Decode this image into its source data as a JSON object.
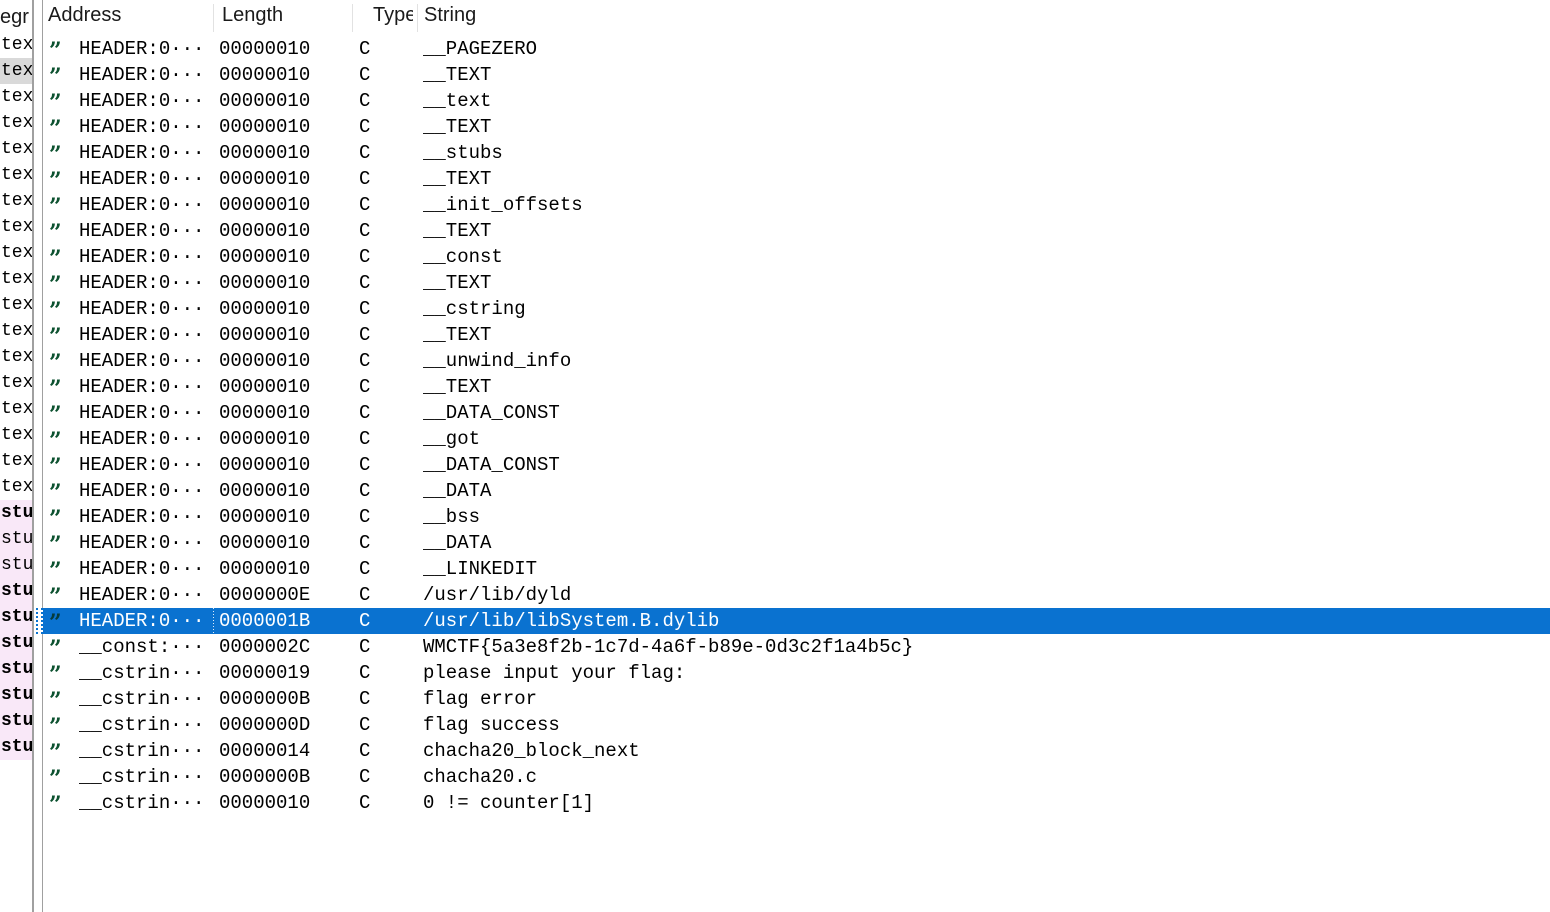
{
  "colors": {
    "selection_blue": "#0a72d0",
    "icon_green": "#5cd38c",
    "icon_cyan": "#29b5e2",
    "icon_quote_green": "#0d5230",
    "selected_icon_green": "#2ea7ab",
    "selected_icon_cyan": "#1d93d6",
    "left_pink": "#f9e8f8",
    "left_selected_gray": "#d9d9d9",
    "header_text": "#1a1a1a",
    "splitter_gray": "#a0a0a0",
    "header_separator": "#e2e2e2"
  },
  "left_panel": {
    "header": "egr",
    "items": [
      {
        "label": "tex"
      },
      {
        "label": "tex",
        "selected": true
      },
      {
        "label": "tex"
      },
      {
        "label": "tex"
      },
      {
        "label": "tex"
      },
      {
        "label": "tex"
      },
      {
        "label": "tex"
      },
      {
        "label": "tex"
      },
      {
        "label": "tex"
      },
      {
        "label": "tex"
      },
      {
        "label": "tex"
      },
      {
        "label": "tex"
      },
      {
        "label": "tex"
      },
      {
        "label": "tex"
      },
      {
        "label": "tex"
      },
      {
        "label": "tex"
      },
      {
        "label": "tex"
      },
      {
        "label": "tex"
      },
      {
        "label": "stu",
        "pink": true,
        "bold": true
      },
      {
        "label": "stu",
        "pink": true,
        "bold": false
      },
      {
        "label": "stu",
        "pink": true,
        "bold": false
      },
      {
        "label": "stu",
        "pink": true,
        "bold": true
      },
      {
        "label": "stu",
        "pink": true,
        "bold": true
      },
      {
        "label": "stu",
        "pink": true,
        "bold": true
      },
      {
        "label": "stu",
        "pink": true,
        "bold": true
      },
      {
        "label": "stu",
        "pink": true,
        "bold": true
      },
      {
        "label": "stu",
        "pink": true,
        "bold": true
      },
      {
        "label": "stu",
        "pink": true,
        "bold": true
      }
    ]
  },
  "strings_table": {
    "columns": [
      "Address",
      "Length",
      "Type",
      "String"
    ],
    "icon": "string-literal-icon",
    "icon_glyph": "”",
    "rows": [
      {
        "address": "HEADER:0···",
        "length": "00000010",
        "type": "C",
        "string": "__PAGEZERO"
      },
      {
        "address": "HEADER:0···",
        "length": "00000010",
        "type": "C",
        "string": "__TEXT"
      },
      {
        "address": "HEADER:0···",
        "length": "00000010",
        "type": "C",
        "string": "__text"
      },
      {
        "address": "HEADER:0···",
        "length": "00000010",
        "type": "C",
        "string": "__TEXT"
      },
      {
        "address": "HEADER:0···",
        "length": "00000010",
        "type": "C",
        "string": "__stubs"
      },
      {
        "address": "HEADER:0···",
        "length": "00000010",
        "type": "C",
        "string": "__TEXT"
      },
      {
        "address": "HEADER:0···",
        "length": "00000010",
        "type": "C",
        "string": "__init_offsets"
      },
      {
        "address": "HEADER:0···",
        "length": "00000010",
        "type": "C",
        "string": "__TEXT"
      },
      {
        "address": "HEADER:0···",
        "length": "00000010",
        "type": "C",
        "string": "__const"
      },
      {
        "address": "HEADER:0···",
        "length": "00000010",
        "type": "C",
        "string": "__TEXT"
      },
      {
        "address": "HEADER:0···",
        "length": "00000010",
        "type": "C",
        "string": "__cstring"
      },
      {
        "address": "HEADER:0···",
        "length": "00000010",
        "type": "C",
        "string": "__TEXT"
      },
      {
        "address": "HEADER:0···",
        "length": "00000010",
        "type": "C",
        "string": "__unwind_info"
      },
      {
        "address": "HEADER:0···",
        "length": "00000010",
        "type": "C",
        "string": "__TEXT"
      },
      {
        "address": "HEADER:0···",
        "length": "00000010",
        "type": "C",
        "string": "__DATA_CONST"
      },
      {
        "address": "HEADER:0···",
        "length": "00000010",
        "type": "C",
        "string": "__got"
      },
      {
        "address": "HEADER:0···",
        "length": "00000010",
        "type": "C",
        "string": "__DATA_CONST"
      },
      {
        "address": "HEADER:0···",
        "length": "00000010",
        "type": "C",
        "string": "__DATA"
      },
      {
        "address": "HEADER:0···",
        "length": "00000010",
        "type": "C",
        "string": "__bss"
      },
      {
        "address": "HEADER:0···",
        "length": "00000010",
        "type": "C",
        "string": "__DATA"
      },
      {
        "address": "HEADER:0···",
        "length": "00000010",
        "type": "C",
        "string": "__LINKEDIT"
      },
      {
        "address": "HEADER:0···",
        "length": "0000000E",
        "type": "C",
        "string": "/usr/lib/dyld"
      },
      {
        "address": "HEADER:0···",
        "length": "0000001B",
        "type": "C",
        "string": "/usr/lib/libSystem.B.dylib",
        "selected": true
      },
      {
        "address": "__const:···",
        "length": "0000002C",
        "type": "C",
        "string": "WMCTF{5a3e8f2b-1c7d-4a6f-b89e-0d3c2f1a4b5c}"
      },
      {
        "address": "__cstrin···",
        "length": "00000019",
        "type": "C",
        "string": "please input your flag:"
      },
      {
        "address": "__cstrin···",
        "length": "0000000B",
        "type": "C",
        "string": "flag error"
      },
      {
        "address": "__cstrin···",
        "length": "0000000D",
        "type": "C",
        "string": "flag success"
      },
      {
        "address": "__cstrin···",
        "length": "00000014",
        "type": "C",
        "string": "chacha20_block_next"
      },
      {
        "address": "__cstrin···",
        "length": "0000000B",
        "type": "C",
        "string": "chacha20.c"
      },
      {
        "address": "__cstrin···",
        "length": "00000010",
        "type": "C",
        "string": "0 != counter[1]"
      }
    ]
  }
}
